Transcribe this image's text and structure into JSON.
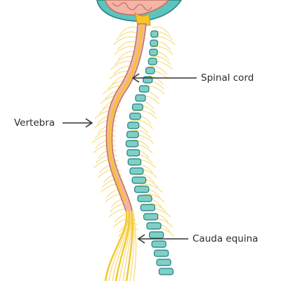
{
  "labels": {
    "spinal_cord": "Spinal cord",
    "vertebra": "Vertebra",
    "cauda_equina": "Cauda equina"
  },
  "colors": {
    "vertebra_fill": "#7fcfc8",
    "vertebra_stroke": "#1f7f7c",
    "cord_fill": "#f2b6a3",
    "cord_stroke": "#c0705c",
    "nerve": "#f5c52a",
    "nerve_light": "#f7dc78",
    "brain_fill": "#f4b4a8",
    "brain_outer": "#5fc3bd",
    "arrow": "#333333"
  }
}
